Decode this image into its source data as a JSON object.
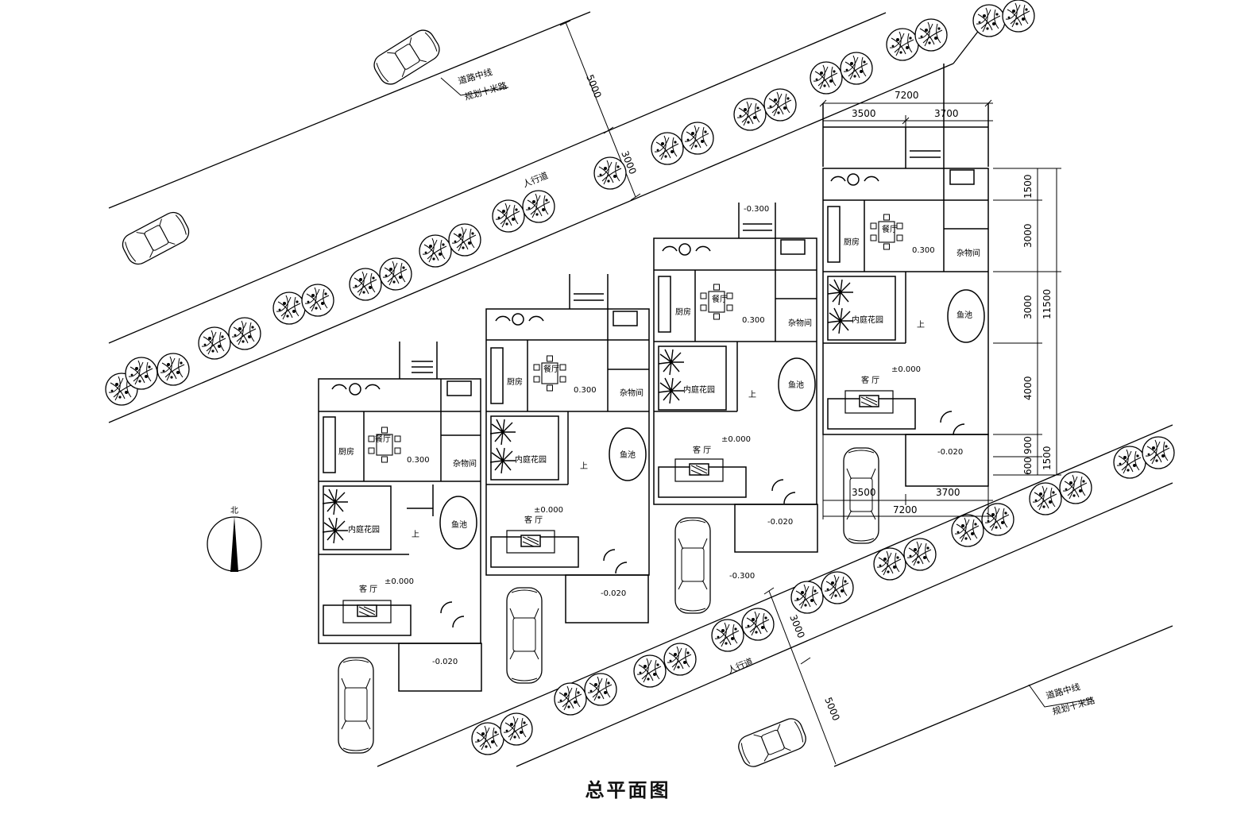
{
  "title": "总平面图",
  "road_labels": {
    "centerline": "道路中线",
    "planned_road": "规划十米路",
    "sidewalk": "人行道"
  },
  "north_label": "北",
  "dimensions": {
    "road_5000": "5000",
    "walk_3000": "3000",
    "width_7200": "7200",
    "width_3500": "3500",
    "width_3700": "3700",
    "depth_1500": "1500",
    "depth_3000a": "3000",
    "depth_3000b": "3000",
    "depth_4000": "4000",
    "depth_900": "900",
    "depth_600": "600",
    "depth_1500b": "1500",
    "depth_11500": "11500"
  },
  "units": [
    {
      "kitchen": "厨房",
      "dining": "餐厅",
      "storage": "杂物间",
      "courtyard": "内庭花园",
      "pond": "鱼池",
      "living": "客 厅",
      "up": "上",
      "level_dining": "0.300",
      "level_living": "±0.000",
      "level_entry": "-0.020"
    },
    {
      "kitchen": "厨房",
      "dining": "餐厅",
      "storage": "杂物间",
      "courtyard": "内庭花园",
      "pond": "鱼池",
      "living": "客 厅",
      "up": "上",
      "level_dining": "0.300",
      "level_living": "±0.000",
      "level_entry": "-0.020"
    },
    {
      "kitchen": "厨房",
      "dining": "餐厅",
      "storage": "杂物间",
      "courtyard": "内庭花园",
      "pond": "鱼池",
      "living": "客 厅",
      "up": "上",
      "level_dining": "0.300",
      "level_living": "±0.000",
      "level_entry": "-0.020",
      "level_back": "-0.300",
      "level_front": "-0.300"
    },
    {
      "kitchen": "厨房",
      "dining": "餐厅",
      "storage": "杂物间",
      "courtyard": "内庭花园",
      "pond": "鱼池",
      "living": "客 厅",
      "up": "上",
      "level_dining": "0.300",
      "level_living": "±0.000",
      "level_entry": "-0.020"
    }
  ],
  "colors": {
    "line": "#000000",
    "background": "#ffffff"
  }
}
